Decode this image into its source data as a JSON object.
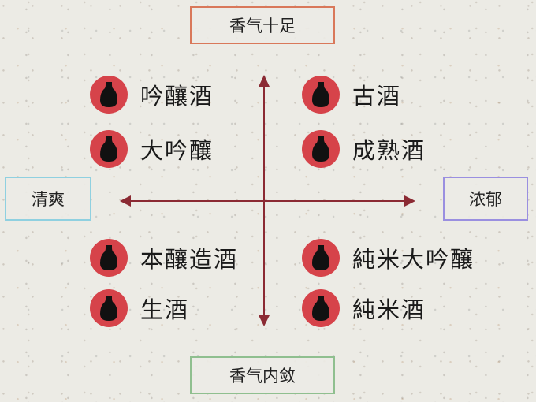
{
  "axes": {
    "top": "香气十足",
    "bottom": "香气内敛",
    "left": "清爽",
    "right": "浓郁"
  },
  "colors": {
    "badge": "#d6434a",
    "bottle": "#111111",
    "arrow": "#8b2a33",
    "box_top": "#d9785a",
    "box_bottom": "#8fbf8f",
    "box_left": "#8fd0e0",
    "box_right": "#9a8fe0"
  },
  "items": [
    {
      "label": "吟釀酒",
      "quadrant": "top-left",
      "icon": "sake-bottle-icon"
    },
    {
      "label": "大吟釀",
      "quadrant": "top-left",
      "icon": "sake-bottle-icon"
    },
    {
      "label": "古酒",
      "quadrant": "top-right",
      "icon": "sake-bottle-icon"
    },
    {
      "label": "成熟酒",
      "quadrant": "top-right",
      "icon": "sake-bottle-icon"
    },
    {
      "label": "本釀造酒",
      "quadrant": "bottom-left",
      "icon": "sake-bottle-icon"
    },
    {
      "label": "生酒",
      "quadrant": "bottom-left",
      "icon": "sake-bottle-icon"
    },
    {
      "label": "純米大吟釀",
      "quadrant": "bottom-right",
      "icon": "sake-bottle-icon"
    },
    {
      "label": "純米酒",
      "quadrant": "bottom-right",
      "icon": "sake-bottle-icon"
    }
  ]
}
